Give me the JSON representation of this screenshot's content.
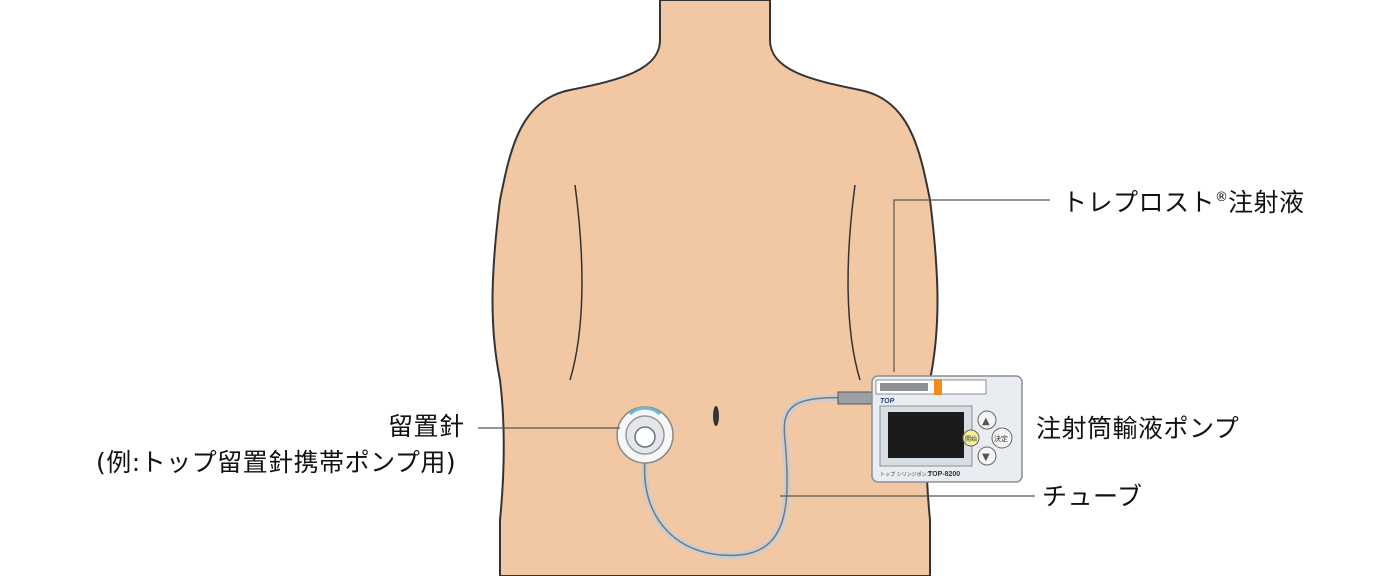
{
  "labels": {
    "injection": {
      "before": "トレプロスト",
      "reg": "®",
      "after": "注射液"
    },
    "pump": "注射筒輸液ポンプ",
    "tube": "チューブ",
    "needle": "留置針",
    "needle_example": "(例:トップ留置針携帯ポンプ用)"
  },
  "device": {
    "brand": "TOP",
    "model": "TOP-8200",
    "maker_text": "トップ シリンジポンプ",
    "button_up": "▲",
    "button_down": "▼",
    "button_confirm": "決定",
    "button_start": "開始"
  },
  "colors": {
    "skin": "#f2c8a4",
    "outline": "#333333",
    "leader_line": "#555555",
    "device_body": "#e9edf1",
    "device_screen": "#1b1b1b"
  }
}
